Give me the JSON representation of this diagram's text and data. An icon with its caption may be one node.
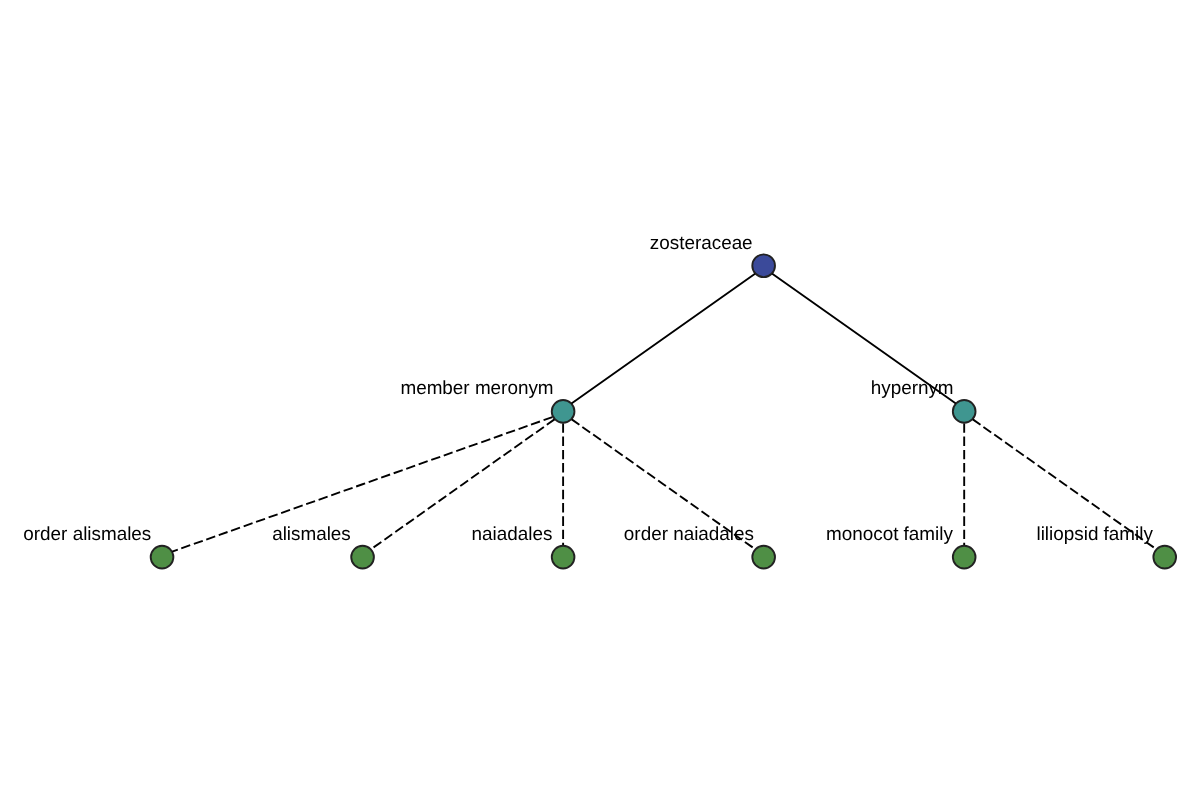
{
  "diagram": {
    "nodes": [
      {
        "text": [
          "zosteraceae"
        ]
      },
      {
        "text": [
          "member meronym"
        ]
      },
      {
        "text": [
          "hypernym"
        ]
      },
      {
        "text": [
          "order alismales"
        ]
      },
      {
        "text": [
          "alismales"
        ]
      },
      {
        "text": [
          "naiadales"
        ]
      },
      {
        "text": [
          "order naiadales"
        ]
      },
      {
        "text": [
          "monocot family"
        ]
      },
      {
        "text": [
          "liliopsid family"
        ]
      }
    ],
    "edges": [
      {
        "from": 0,
        "to": 1,
        "arrow": "none"
      },
      {
        "from": 0,
        "to": 2,
        "arrow": "none"
      },
      {
        "from": 1,
        "to": 3,
        "arrow": "none",
        "style": "dashed"
      },
      {
        "from": 1,
        "to": 4,
        "arrow": "none",
        "style": "dashed"
      },
      {
        "from": 1,
        "to": 5,
        "arrow": "none",
        "style": "dashed"
      },
      {
        "from": 1,
        "to": 6,
        "arrow": "none",
        "style": "dashed"
      },
      {
        "from": 2,
        "to": 7,
        "arrow": "none",
        "style": "dashed"
      },
      {
        "from": 2,
        "to": 8,
        "arrow": "none",
        "style": "dashed"
      }
    ]
  }
}
